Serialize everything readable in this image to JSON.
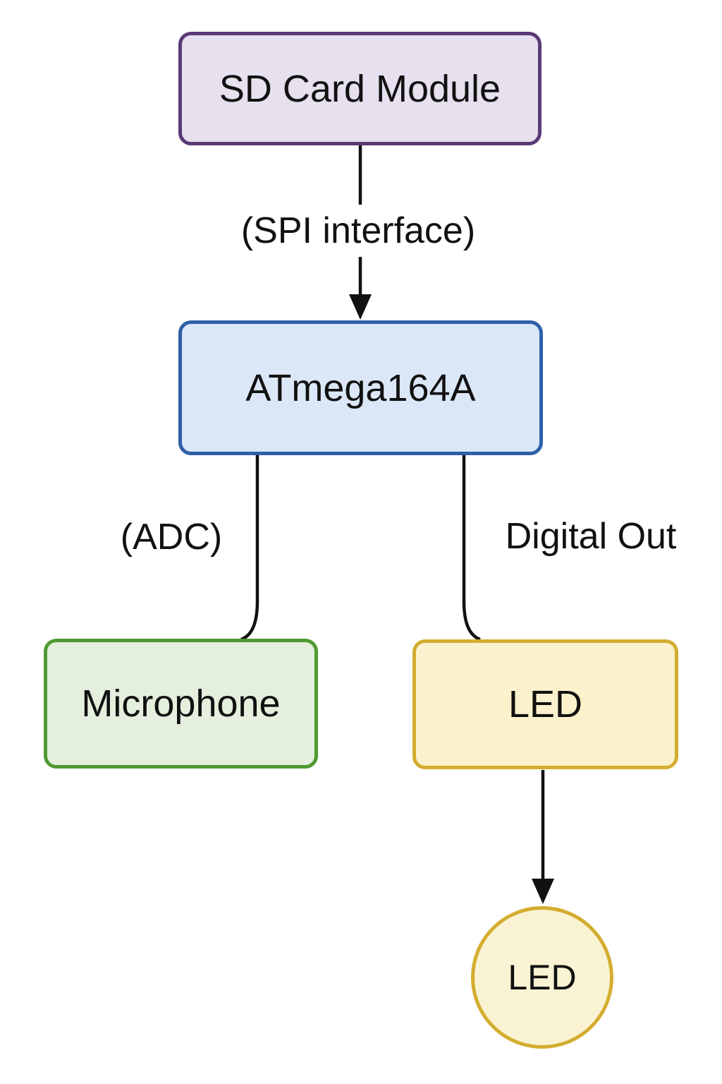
{
  "diagram": {
    "background": "#ffffff",
    "line_color": "#111111",
    "text_color": "#111111",
    "nodes": [
      {
        "id": "sd-card-module",
        "label": "SD Card Module",
        "shape": "rounded-rect",
        "fill": "#e6e0ef",
        "stroke": "#5b3a76"
      },
      {
        "id": "atmega164a",
        "label": "ATmega164A",
        "shape": "rounded-rect",
        "fill": "#dbe7f7",
        "stroke": "#2f5fa8"
      },
      {
        "id": "microphone",
        "label": "Microphone",
        "shape": "rounded-rect",
        "fill": "#e4efdd",
        "stroke": "#4f9a31"
      },
      {
        "id": "led-box",
        "label": "LED",
        "shape": "rounded-rect",
        "fill": "#fbf2cd",
        "stroke": "#d4ad2f"
      },
      {
        "id": "led-circle",
        "label": "LED",
        "shape": "circle",
        "fill": "#faf3d3",
        "stroke": "#d4ad2f"
      }
    ],
    "edges": [
      {
        "from": "sd-card-module",
        "to": "atmega164a",
        "label": "(SPI interface)",
        "arrow": true
      },
      {
        "from": "atmega164a",
        "to": "microphone",
        "label": "(ADC)",
        "arrow": false
      },
      {
        "from": "atmega164a",
        "to": "led-box",
        "label": "Digital Out",
        "arrow": false
      },
      {
        "from": "led-box",
        "to": "led-circle",
        "label": "",
        "arrow": true
      }
    ]
  }
}
